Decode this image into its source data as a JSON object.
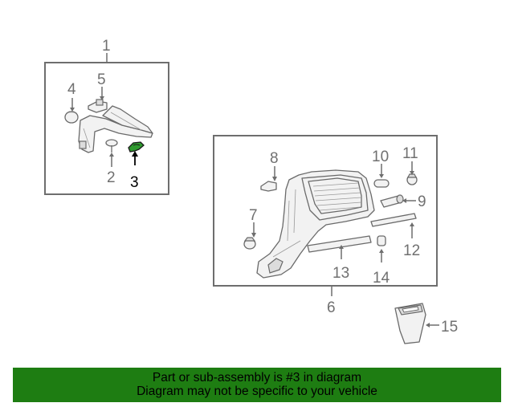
{
  "callouts": {
    "c1": "1",
    "c2": "2",
    "c3": "3",
    "c4": "4",
    "c5": "5",
    "c6": "6",
    "c7": "7",
    "c8": "8",
    "c9": "9",
    "c10": "10",
    "c11": "11",
    "c12": "12",
    "c13": "13",
    "c14": "14",
    "c15": "15"
  },
  "highlight": {
    "part_number": "3",
    "color": "#2e9a2e"
  },
  "banner": {
    "line1": "Part or sub-assembly is #3 in diagram",
    "line2": "Diagram may not be specific to your vehicle",
    "background": "#1e7d12"
  }
}
